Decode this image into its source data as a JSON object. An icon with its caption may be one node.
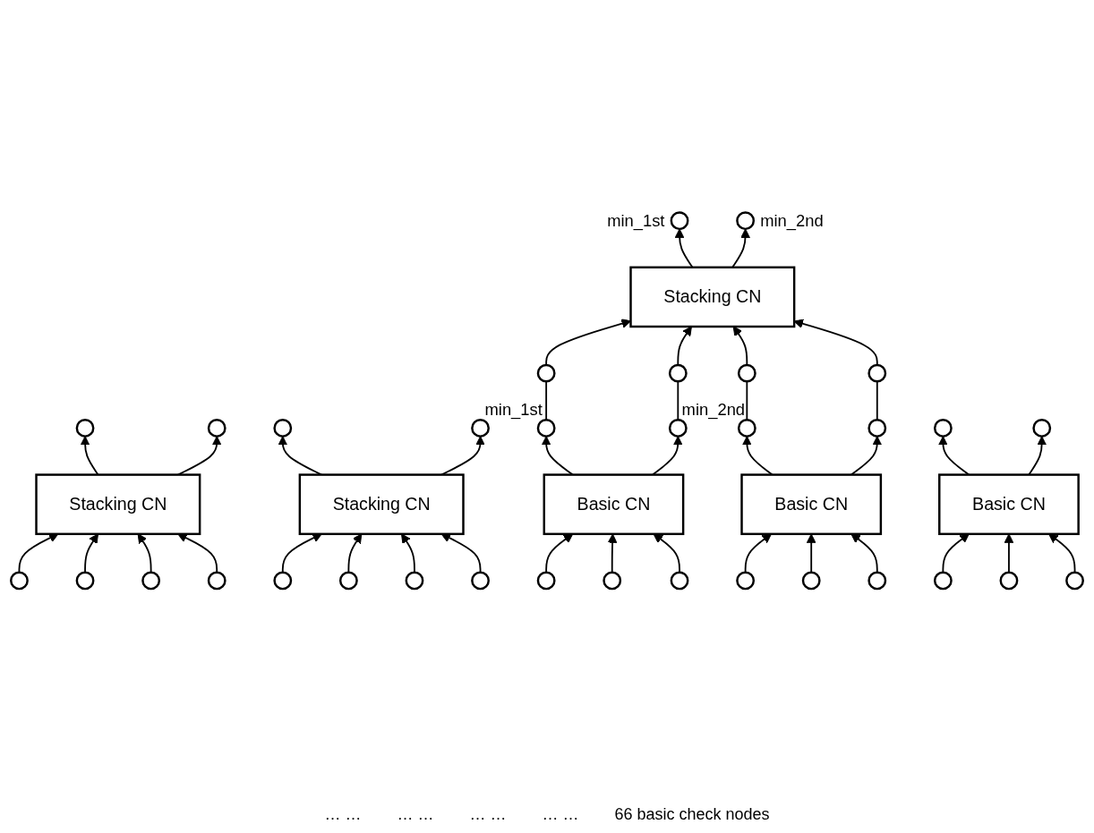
{
  "diagram": {
    "nodes": [
      {
        "text": [],
        "shape": "circle"
      },
      {
        "text": [],
        "shape": "circle"
      },
      {
        "text": [],
        "shape": "circle"
      },
      {
        "text": [],
        "shape": "circle"
      },
      {
        "text": [
          "Stacking CN"
        ]
      },
      {
        "text": [
          "Stacking CN"
        ]
      },
      {
        "text": [],
        "shape": "circle"
      },
      {
        "text": [],
        "shape": "circle"
      },
      {
        "text": [],
        "shape": "circle"
      },
      {
        "text": [],
        "shape": "circle"
      },
      {
        "text": [],
        "shape": "circle"
      },
      {
        "text": [],
        "shape": "circle"
      },
      {
        "text": [],
        "shape": "circle"
      },
      {
        "text": [],
        "shape": "circle"
      },
      {
        "text": [],
        "shape": "circle",
        "beside": [
          "min_1st"
        ]
      },
      {
        "text": [],
        "shape": "circle",
        "beside": [
          "min_2nd"
        ]
      },
      {
        "text": [
          "Stacking CN"
        ]
      },
      {
        "text": [],
        "shape": "circle"
      },
      {
        "text": [],
        "shape": "circle"
      },
      {
        "text": [],
        "shape": "circle"
      },
      {
        "text": [],
        "shape": "circle"
      },
      {
        "text": [],
        "shape": "circle",
        "beside": [
          "min_1st"
        ]
      },
      {
        "text": [],
        "shape": "circle",
        "beside": [
          "min_2nd"
        ]
      },
      {
        "text": [],
        "shape": "circle"
      },
      {
        "text": [],
        "shape": "circle"
      },
      {
        "text": [],
        "shape": "circle"
      },
      {
        "text": [],
        "shape": "circle"
      },
      {
        "text": [
          "Basic CN"
        ]
      },
      {
        "text": [
          "Basic CN"
        ]
      },
      {
        "text": [
          "Basic CN"
        ]
      },
      {
        "text": [],
        "shape": "circle"
      },
      {
        "text": [],
        "shape": "circle"
      },
      {
        "text": [],
        "shape": "circle"
      },
      {
        "text": [],
        "shape": "circle"
      },
      {
        "text": [],
        "shape": "circle"
      },
      {
        "text": [],
        "shape": "circle"
      },
      {
        "text": [],
        "shape": "circle"
      },
      {
        "text": [],
        "shape": "circle"
      },
      {
        "text": [],
        "shape": "circle"
      }
    ],
    "edges": [
      {
        "from": 4,
        "to": 0,
        "arrow": "to"
      },
      {
        "from": 4,
        "to": 1,
        "arrow": "to"
      },
      {
        "from": 5,
        "to": 2,
        "arrow": "to"
      },
      {
        "from": 5,
        "to": 3,
        "arrow": "to"
      },
      {
        "from": 6,
        "to": 4,
        "arrow": "to"
      },
      {
        "from": 7,
        "to": 4,
        "arrow": "to"
      },
      {
        "from": 8,
        "to": 4,
        "arrow": "to"
      },
      {
        "from": 9,
        "to": 4,
        "arrow": "to"
      },
      {
        "from": 10,
        "to": 5,
        "arrow": "to"
      },
      {
        "from": 11,
        "to": 5,
        "arrow": "to"
      },
      {
        "from": 12,
        "to": 5,
        "arrow": "to"
      },
      {
        "from": 13,
        "to": 5,
        "arrow": "to"
      },
      {
        "from": 16,
        "to": 14,
        "arrow": "to"
      },
      {
        "from": 16,
        "to": 15,
        "arrow": "to"
      },
      {
        "from": 17,
        "to": 16,
        "arrow": "to"
      },
      {
        "from": 18,
        "to": 16,
        "arrow": "to"
      },
      {
        "from": 19,
        "to": 16,
        "arrow": "to"
      },
      {
        "from": 20,
        "to": 16,
        "arrow": "to"
      },
      {
        "from": 21,
        "to": 17,
        "arrow": "none"
      },
      {
        "from": 22,
        "to": 18,
        "arrow": "none"
      },
      {
        "from": 23,
        "to": 19,
        "arrow": "none"
      },
      {
        "from": 24,
        "to": 20,
        "arrow": "none"
      },
      {
        "from": 27,
        "to": 21,
        "arrow": "to"
      },
      {
        "from": 27,
        "to": 22,
        "arrow": "to"
      },
      {
        "from": 28,
        "to": 23,
        "arrow": "to"
      },
      {
        "from": 28,
        "to": 24,
        "arrow": "to"
      },
      {
        "from": 29,
        "to": 25,
        "arrow": "to"
      },
      {
        "from": 29,
        "to": 26,
        "arrow": "to"
      },
      {
        "from": 30,
        "to": 27,
        "arrow": "to"
      },
      {
        "from": 31,
        "to": 27,
        "arrow": "to"
      },
      {
        "from": 32,
        "to": 27,
        "arrow": "to"
      },
      {
        "from": 33,
        "to": 28,
        "arrow": "to"
      },
      {
        "from": 34,
        "to": 28,
        "arrow": "to"
      },
      {
        "from": 35,
        "to": 28,
        "arrow": "to"
      },
      {
        "from": 36,
        "to": 29,
        "arrow": "to"
      },
      {
        "from": 37,
        "to": 29,
        "arrow": "to"
      },
      {
        "from": 38,
        "to": 29,
        "arrow": "to"
      }
    ],
    "labels": [
      "… …",
      "… …",
      "… …",
      "… …",
      "66 basic check nodes"
    ]
  }
}
